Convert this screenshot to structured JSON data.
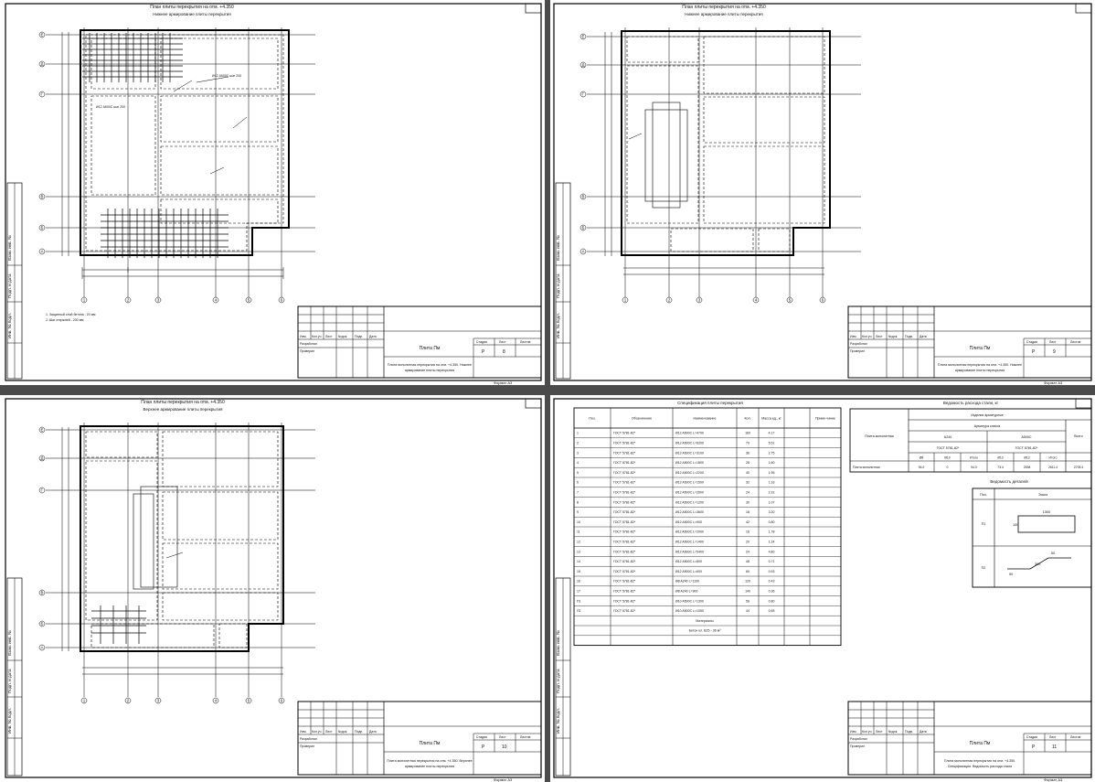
{
  "sheets": {
    "tl": {
      "title_line1": "План плиты перекрытия на отм. +4.350",
      "title_line2": "Нижнее армирование плиты перекрытия",
      "stamp_name": "Плита Пм",
      "stamp_desc1": "Плита монолитная перекрытия на отм. +4.350. Нижнее",
      "stamp_desc2": "армирование плиты перекрытия",
      "stage": "Р",
      "sheet_no": "8",
      "format": "Формат А3",
      "note1": "1. Защитный слой бетона - 20 мм",
      "note2": "2. Шаг стержней - 200 мм"
    },
    "tr": {
      "title_line1": "План плиты перекрытия на отм. +4.350",
      "title_line2": "Нижнее армирование плиты перекрытия",
      "stamp_name": "Плита Пм",
      "stamp_desc1": "Плита монолитная перекрытия на отм. +4.350. Нижнее",
      "stamp_desc2": "армирование плиты перекрытия",
      "stage": "Р",
      "sheet_no": "9",
      "format": "Формат А3"
    },
    "bl": {
      "title_line1": "План плиты перекрытия на отм. +4.350",
      "title_line2": "Верхнее армирование плиты перекрытия",
      "stamp_name": "Плита Пм",
      "stamp_desc1": "Плита монолитная перекрытия на отм. +4.350. Верхнее",
      "stamp_desc2": "армирование плиты перекрытия",
      "stage": "Р",
      "sheet_no": "10",
      "format": "Формат А3"
    },
    "br": {
      "spec_title": "Спецификация плиты перекрытия",
      "spec_headers": [
        "Поз.",
        "Обозначение",
        "Наименование",
        "Кол.",
        "Масса ед., кг",
        "Приме-чание"
      ],
      "spec_rows": [
        [
          "1",
          "ГОСТ 5781-82*",
          "Ø12 A500С L=4700",
          "160",
          "4.17"
        ],
        [
          "2",
          "ГОСТ 5781-82*",
          "Ø12 A500С L=6200",
          "70",
          "5.51"
        ],
        [
          "3",
          "ГОСТ 5781-82*",
          "Ø12 A500С L=3100",
          "36",
          "2.75"
        ],
        [
          "4",
          "ГОСТ 5781-82*",
          "Ø12 A500С L=1800",
          "28",
          "1.60"
        ],
        [
          "5",
          "ГОСТ 5781-82*",
          "Ø12 A500С L=2200",
          "40",
          "1.95"
        ],
        [
          "6",
          "ГОСТ 5781-82*",
          "Ø12 A500С L=1500",
          "32",
          "1.33"
        ],
        [
          "7",
          "ГОСТ 5781-82*",
          "Ø12 A500С L=2600",
          "24",
          "2.31"
        ],
        [
          "8",
          "ГОСТ 5781-82*",
          "Ø12 A500С L=1200",
          "30",
          "1.07"
        ],
        [
          "9",
          "ГОСТ 5781-82*",
          "Ø12 A500С L=3600",
          "18",
          "3.20"
        ],
        [
          "10",
          "ГОСТ 5781-82*",
          "Ø12 A500С L=900",
          "42",
          "0.80"
        ],
        [
          "11",
          "ГОСТ 5781-82*",
          "Ø12 A500С L=2000",
          "16",
          "1.78"
        ],
        [
          "12",
          "ГОСТ 5781-82*",
          "Ø12 A500С L=1400",
          "20",
          "1.24"
        ],
        [
          "13",
          "ГОСТ 5781-82*",
          "Ø12 A500С L=5400",
          "24",
          "4.80"
        ],
        [
          "14",
          "ГОСТ 5781-82*",
          "Ø12 A500С L=800",
          "48",
          "0.71"
        ],
        [
          "15",
          "ГОСТ 5781-82*",
          "Ø12 A500С L=600",
          "60",
          "0.53"
        ],
        [
          "16",
          "ГОСТ 5781-82*",
          "Ø8 A240 L=1100",
          "120",
          "0.43"
        ],
        [
          "17",
          "ГОСТ 5781-82*",
          "Ø8 A240 L=900",
          "140",
          "0.36"
        ],
        [
          "П1",
          "ГОСТ 5781-82*",
          "Ø10 A500С L=1300",
          "56",
          "0.80"
        ],
        [
          "П2",
          "ГОСТ 5781-82*",
          "Ø10 A500С L=1050",
          "44",
          "0.65"
        ]
      ],
      "spec_footer1": "Материалы",
      "spec_footer2": "Бетон кл. В25 - 36 м³",
      "bill_title": "Ведомость расхода стали, кг",
      "bill_header": "Изделия арматурные",
      "bill_sub1": "Арматура класса",
      "bill_row_label": "Плита монолитная",
      "bill_cols": [
        "A240",
        "A500С"
      ],
      "bill_gost": [
        "ГОСТ 5781-82*",
        "ГОСТ 5781-82*"
      ],
      "bill_sub": [
        "Ø8",
        "Ø10",
        "Итого",
        "Ø10",
        "Ø12",
        "Итого",
        "Всего"
      ],
      "bill_values": [
        "94.0",
        "0",
        "94.0",
        "73.4",
        "2538",
        "2611.4",
        "2705.4"
      ],
      "elem_title": "Ведомость деталей",
      "elem_headers": [
        "Поз.",
        "Эскиз"
      ],
      "elem_rows": [
        {
          "pos": "П1",
          "dim": "1300",
          "side": "100"
        },
        {
          "pos": "П2",
          "dim": "1050",
          "a": "300",
          "b": "50",
          "c": "50"
        }
      ],
      "stamp_name": "Плита Пм",
      "stamp_desc1": "Плита монолитная перекрытия на отм. +4.350.",
      "stamp_desc2": "Спецификация. Ведомость расхода стали",
      "stage": "Р",
      "sheet_no": "11",
      "format": "Формат А3"
    }
  },
  "stamp_labels": {
    "stage": "Стадия",
    "sheet": "Лист",
    "sheets": "Листов",
    "change": "Изм.",
    "qty": "Кол.уч.",
    "sheet_col": "Лист",
    "doc": "№док.",
    "sign": "Подп.",
    "date": "Дата",
    "developed": "Разработал",
    "checked": "Проверил"
  },
  "side_labels": [
    "Взам. инв. №",
    "Подп. и дата",
    "Инв. № подл."
  ],
  "axis_letters": [
    "Е",
    "Д",
    "Г",
    "В",
    "Б",
    "А"
  ],
  "axis_numbers": [
    "1",
    "2",
    "3",
    "4",
    "5",
    "6"
  ]
}
